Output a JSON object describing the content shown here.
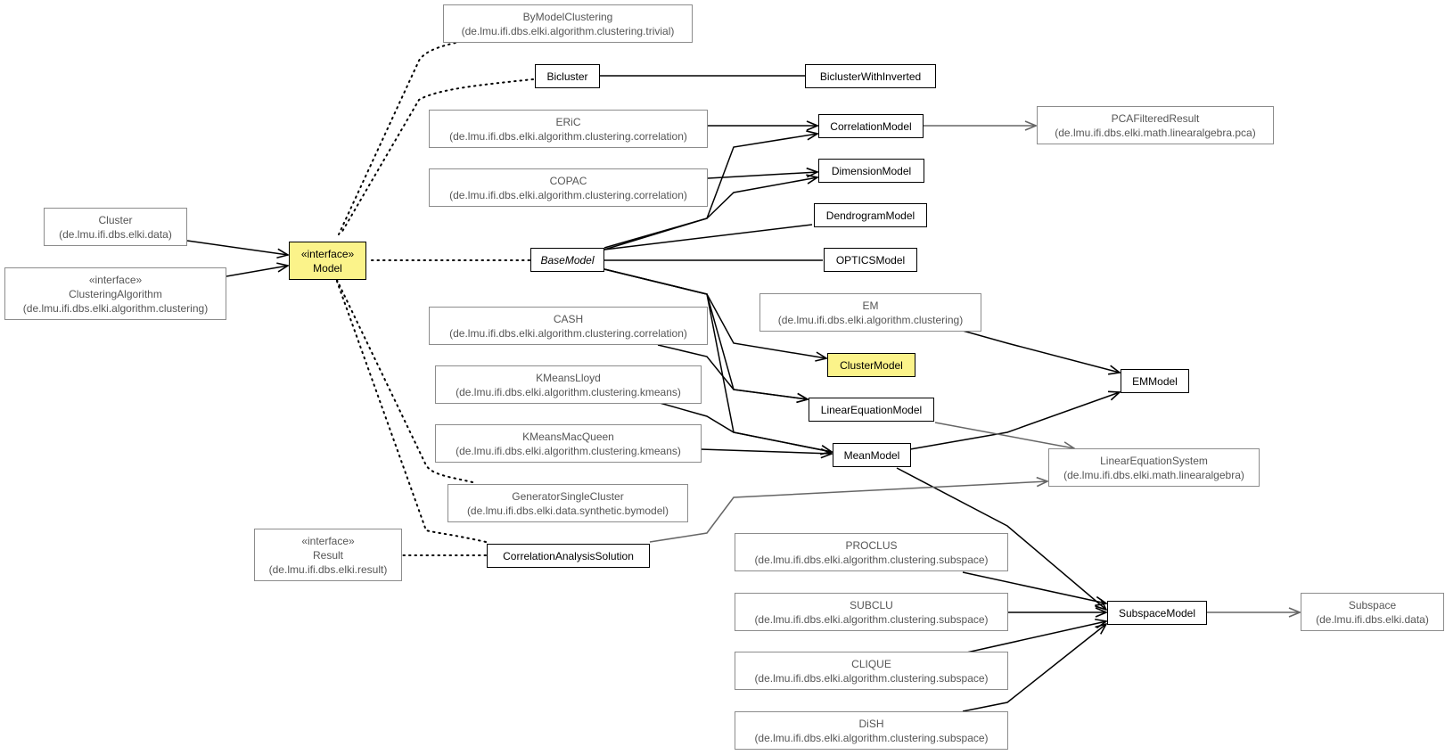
{
  "colors": {
    "highlight": "#fbf38a",
    "main_border": "#000000",
    "external_border": "#8c8c8c",
    "external_text": "#555555",
    "external_edge": "#666666"
  },
  "nodes": {
    "bymodelclustering": {
      "name": "ByModelClustering",
      "package": "(de.lmu.ifi.dbs.elki.algorithm.clustering.trivial)"
    },
    "bicluster": {
      "name": "Bicluster"
    },
    "biclusterwithinverted": {
      "name": "BiclusterWithInverted"
    },
    "eric": {
      "name": "ERiC",
      "package": "(de.lmu.ifi.dbs.elki.algorithm.clustering.correlation)"
    },
    "correlationmodel": {
      "name": "CorrelationModel"
    },
    "pcafilteredresult": {
      "name": "PCAFilteredResult",
      "package": "(de.lmu.ifi.dbs.elki.math.linearalgebra.pca)"
    },
    "copac": {
      "name": "COPAC",
      "package": "(de.lmu.ifi.dbs.elki.algorithm.clustering.correlation)"
    },
    "dimensionmodel": {
      "name": "DimensionModel"
    },
    "dendrogrammodel": {
      "name": "DendrogramModel"
    },
    "cluster": {
      "name": "Cluster",
      "package": "(de.lmu.ifi.dbs.elki.data)"
    },
    "model": {
      "stereotype": "«interface»",
      "name": "Model"
    },
    "basemodel": {
      "name": "BaseModel"
    },
    "opticsmodel": {
      "name": "OPTICSModel"
    },
    "clusteringalgorithm": {
      "stereotype": "«interface»",
      "name": "ClusteringAlgorithm",
      "package": "(de.lmu.ifi.dbs.elki.algorithm.clustering)"
    },
    "em": {
      "name": "EM",
      "package": "(de.lmu.ifi.dbs.elki.algorithm.clustering)"
    },
    "cash": {
      "name": "CASH",
      "package": "(de.lmu.ifi.dbs.elki.algorithm.clustering.correlation)"
    },
    "clustermodel": {
      "name": "ClusterModel"
    },
    "emmodel": {
      "name": "EMModel"
    },
    "kmeanslloyd": {
      "name": "KMeansLloyd",
      "package": "(de.lmu.ifi.dbs.elki.algorithm.clustering.kmeans)"
    },
    "linearequationmodel": {
      "name": "LinearEquationModel"
    },
    "kmeansmacqueen": {
      "name": "KMeansMacQueen",
      "package": "(de.lmu.ifi.dbs.elki.algorithm.clustering.kmeans)"
    },
    "meanmodel": {
      "name": "MeanModel"
    },
    "linearequationsystem": {
      "name": "LinearEquationSystem",
      "package": "(de.lmu.ifi.dbs.elki.math.linearalgebra)"
    },
    "generatorsinglecluster": {
      "name": "GeneratorSingleCluster",
      "package": "(de.lmu.ifi.dbs.elki.data.synthetic.bymodel)"
    },
    "result": {
      "stereotype": "«interface»",
      "name": "Result",
      "package": "(de.lmu.ifi.dbs.elki.result)"
    },
    "correlationanalysissolution": {
      "name": "CorrelationAnalysisSolution"
    },
    "proclus": {
      "name": "PROCLUS",
      "package": "(de.lmu.ifi.dbs.elki.algorithm.clustering.subspace)"
    },
    "subclu": {
      "name": "SUBCLU",
      "package": "(de.lmu.ifi.dbs.elki.algorithm.clustering.subspace)"
    },
    "subspacemodel": {
      "name": "SubspaceModel"
    },
    "subspace": {
      "name": "Subspace",
      "package": "(de.lmu.ifi.dbs.elki.data)"
    },
    "clique": {
      "name": "CLIQUE",
      "package": "(de.lmu.ifi.dbs.elki.algorithm.clustering.subspace)"
    },
    "dish": {
      "name": "DiSH",
      "package": "(de.lmu.ifi.dbs.elki.algorithm.clustering.subspace)"
    }
  }
}
